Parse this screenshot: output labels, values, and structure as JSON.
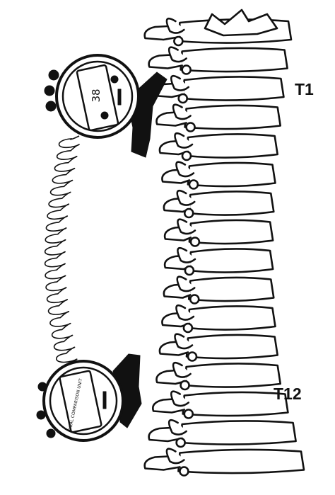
{
  "labels": {
    "top_vertebra": "T1",
    "bottom_vertebra": "T12"
  },
  "upper_inclinometer": {
    "display_value": "38"
  },
  "lower_inclinometer": {
    "display_text": "DUAL COMPARISON UNIT"
  },
  "colors": {
    "line": "#111111",
    "background": "#ffffff"
  }
}
